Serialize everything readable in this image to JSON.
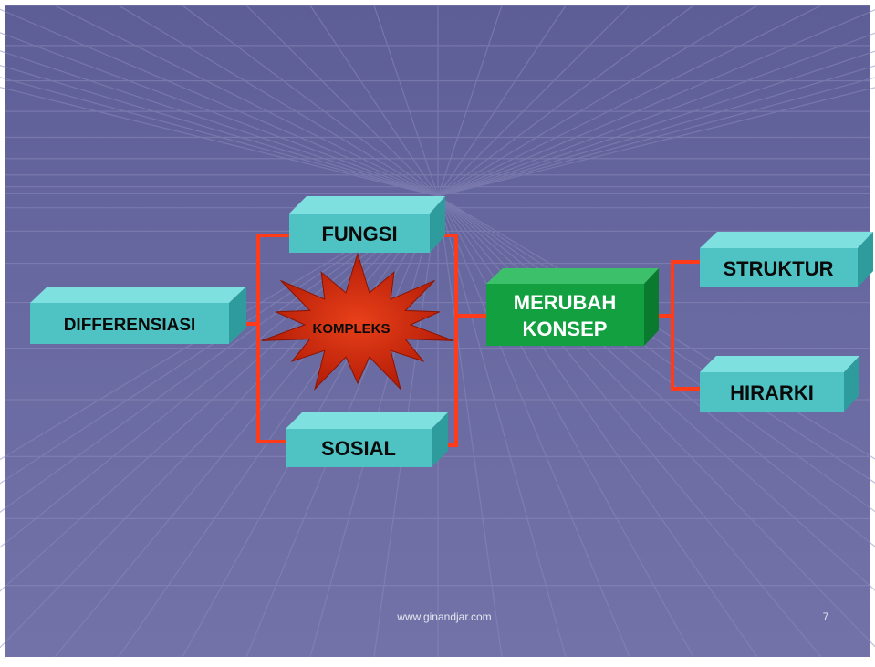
{
  "slide": {
    "footer_url": "www.ginandjar.com",
    "page_number": "7"
  },
  "nodes": {
    "differensiasi": "DIFFERENSIASI",
    "fungsi": "FUNGSI",
    "sosial": "SOSIAL",
    "kompleks": "KOMPLEKS",
    "merubah_line1": "MERUBAH",
    "merubah_line2": "KONSEP",
    "struktur": "STRUKTUR",
    "hirarki": "HIRARKI"
  },
  "colors": {
    "background": "#6a6aa0",
    "grid_line": "#8484b8",
    "box_front": "#4fc3c3",
    "box_top": "#7fe0e0",
    "box_side": "#2e9c9c",
    "green_front": "#12a040",
    "green_top": "#3cc06a",
    "green_side": "#0a7a2e",
    "connector": "#ff3b1a",
    "star": "#d42a0a",
    "label_dark": "#0a0a0a",
    "label_white": "#ffffff",
    "footer_text": "#e6e6f2"
  }
}
